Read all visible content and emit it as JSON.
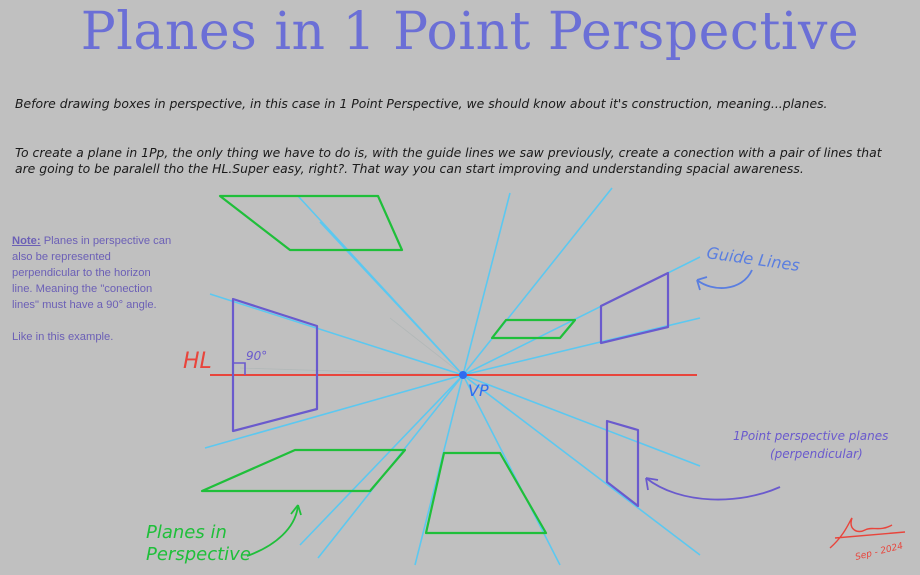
{
  "title": "Planes in 1 Point Perspective",
  "intro": {
    "p1": "Before drawing boxes in perspective, in this case in 1 Point Perspective, we should know about it's construction, meaning...planes.",
    "p2": "To create a plane in 1Pp, the only thing we have to do is, with the guide lines we saw previously, create a conection with a pair of lines that are going to be paralell tho the HL.Super easy, right?. That way you can start improving and understanding spacial awareness."
  },
  "note": {
    "label": "Note:",
    "text": " Planes in perspective can also be represented perpendicular to the horizon line. Meaning the \"conection lines\" must have a 90° angle.",
    "example": "Like in this example."
  },
  "diagram": {
    "hl_label": "HL",
    "vp_label": "VP",
    "angle_label": "90°",
    "guide_lines_label": "Guide Lines",
    "planes_label_line1": "Planes in",
    "planes_label_line2": "Perspective",
    "perp_label_line1": "1Point perspective planes",
    "perp_label_line2": "(perpendicular)",
    "signature_date": "Sep - 2024",
    "colors": {
      "background": "#c0c0c0",
      "title": "#6b6fd6",
      "guide_lines": "#5cc8f0",
      "horizon_line": "#e8453c",
      "planes_green": "#1fbf3a",
      "planes_purple": "#6a5acd",
      "vanishing_point": "#2f6cf0"
    }
  }
}
